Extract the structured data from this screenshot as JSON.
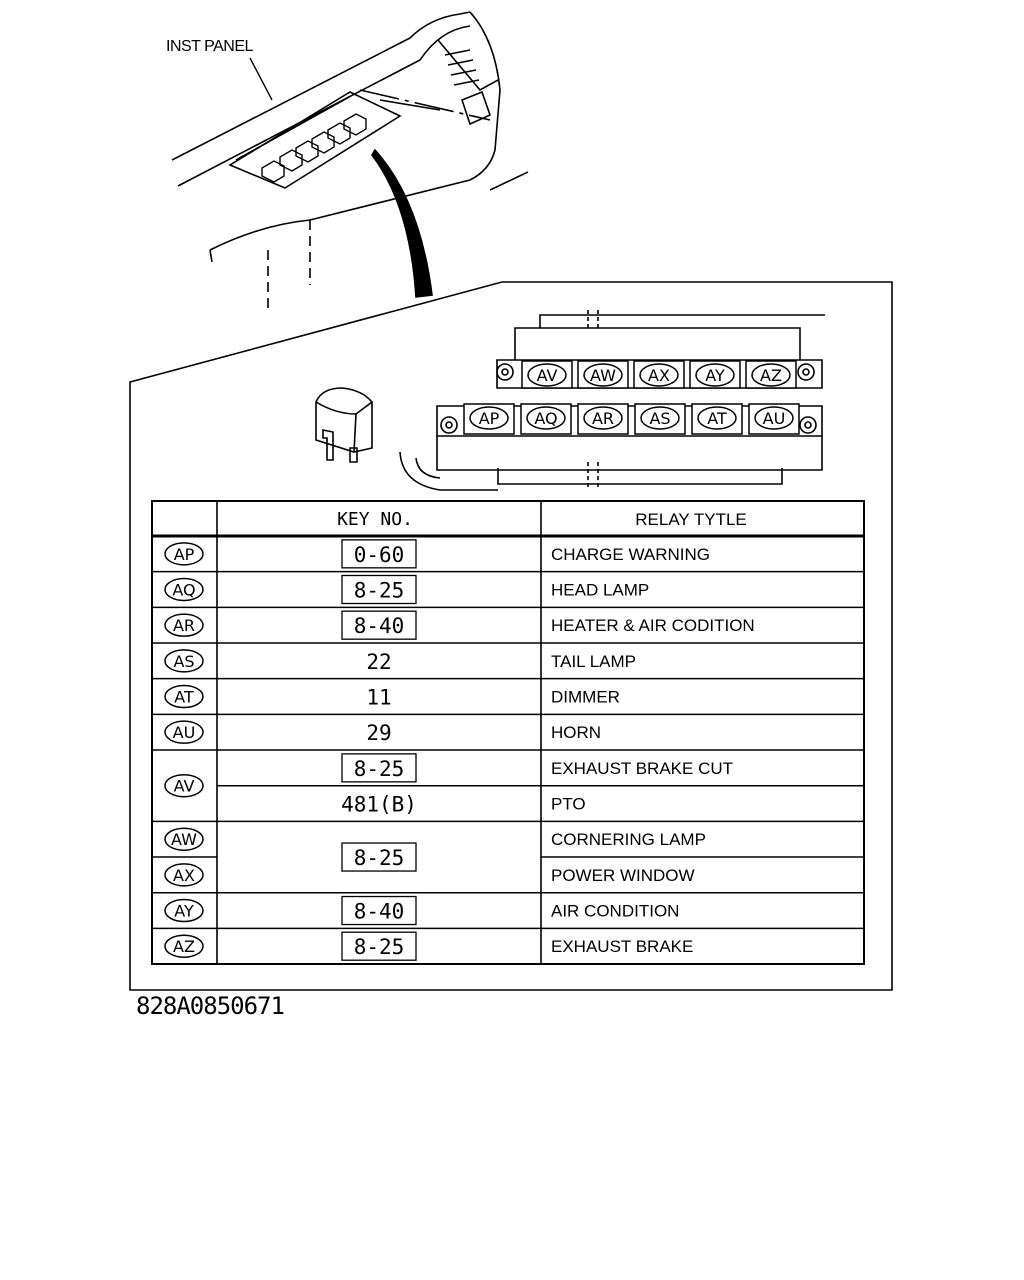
{
  "inst_panel_label": "INST PANEL",
  "figure_id": "828A0850671",
  "relay_block": {
    "upper_row": [
      "AV",
      "AW",
      "AX",
      "AY",
      "AZ"
    ],
    "lower_row": [
      "AP",
      "AQ",
      "AR",
      "AS",
      "AT",
      "AU"
    ]
  },
  "table": {
    "header_key": "KEY  NO.",
    "header_relay": "RELAY TYTLE",
    "rows": [
      {
        "code": "AP",
        "key": "0-60",
        "boxed": true,
        "relay": "CHARGE WARNING"
      },
      {
        "code": "AQ",
        "key": "8-25",
        "boxed": true,
        "relay": "HEAD LAMP"
      },
      {
        "code": "AR",
        "key": "8-40",
        "boxed": true,
        "relay": "HEATER & AIR CODITION"
      },
      {
        "code": "AS",
        "key": "22",
        "boxed": false,
        "relay": "TAIL LAMP"
      },
      {
        "code": "AT",
        "key": "11",
        "boxed": false,
        "relay": "DIMMER"
      },
      {
        "code": "AU",
        "key": "29",
        "boxed": false,
        "relay": "HORN"
      },
      {
        "code": "AV",
        "key": "8-25",
        "boxed": true,
        "relay": "EXHAUST BRAKE CUT"
      },
      {
        "code": "",
        "key": "481(B)",
        "boxed": false,
        "relay": "PTO"
      },
      {
        "code": "AW",
        "key": "8-25",
        "boxed": true,
        "relay": "CORNERING LAMP"
      },
      {
        "code": "AX",
        "key": "",
        "boxed": false,
        "relay": "POWER WINDOW"
      },
      {
        "code": "AY",
        "key": "8-40",
        "boxed": true,
        "relay": "AIR CONDITION"
      },
      {
        "code": "AZ",
        "key": "8-25",
        "boxed": true,
        "relay": "EXHAUST BRAKE"
      }
    ]
  }
}
